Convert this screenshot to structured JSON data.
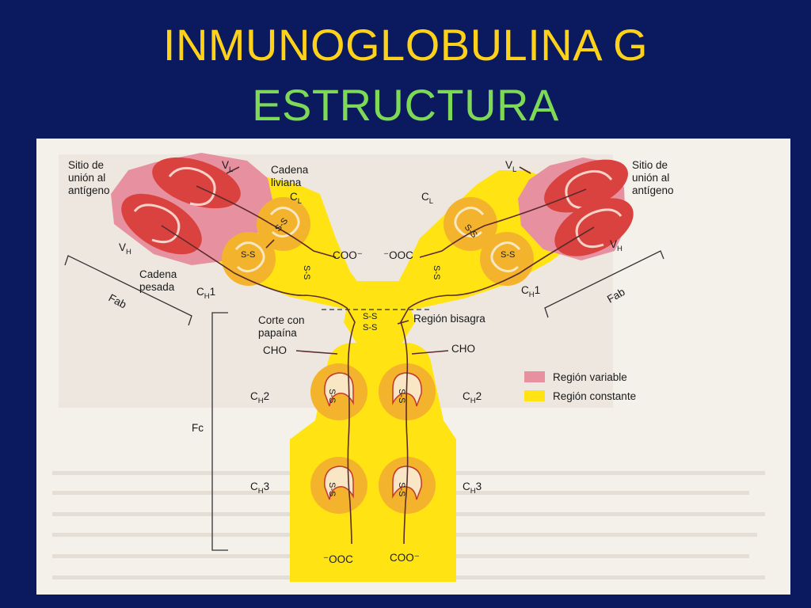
{
  "slide": {
    "title_line1": "INMUNOGLOBULINA G",
    "title_line2": "ESTRUCTURA",
    "colors": {
      "background": "#0b1a5e",
      "title_line1": "#ffd21a",
      "title_line2": "#7ed957",
      "variable_region": "#e7909f",
      "constant_region": "#ffe313",
      "domain_red": "#d9423f",
      "domain_orange": "#f4b32c"
    }
  },
  "diagram": {
    "sitio_union_left": [
      "Sitio de",
      "unión al",
      "antígeno"
    ],
    "sitio_union_right": [
      "Sitio de",
      "unión al",
      "antígeno"
    ],
    "cadena_liviana": [
      "Cadena",
      "liviana"
    ],
    "cadena_pesada": [
      "Cadena",
      "pesada"
    ],
    "vl": {
      "main": "V",
      "sub": "L"
    },
    "vh": {
      "main": "V",
      "sub": "H"
    },
    "cl": {
      "main": "C",
      "sub": "L"
    },
    "ch1": {
      "main": "C",
      "sub": "H",
      "suffix": "1"
    },
    "ch2": {
      "main": "C",
      "sub": "H",
      "suffix": "2"
    },
    "ch3": {
      "main": "C",
      "sub": "H",
      "suffix": "3"
    },
    "fab": "Fab",
    "fc": "Fc",
    "corte_papaina": [
      "Corte con",
      "papaína"
    ],
    "region_bisagra": "Región bisagra",
    "cho": "CHO",
    "coo_minus": "COO⁻",
    "minus_ooc": "⁻OOC",
    "ss": "S-S",
    "legend": [
      {
        "label": "Región variable",
        "color": "#e7909f"
      },
      {
        "label": "Región constante",
        "color": "#ffe313"
      }
    ]
  }
}
